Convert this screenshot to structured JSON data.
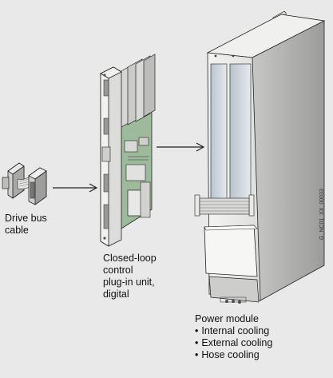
{
  "labels": {
    "drive_bus_cable": [
      "Drive bus",
      "cable"
    ],
    "closed_loop": [
      "Closed-loop",
      "control",
      "plug-in unit,",
      "digital"
    ],
    "power_module": {
      "title": "Power module",
      "items": [
        "Internal cooling",
        "External cooling",
        "Hose cooling"
      ]
    }
  },
  "side_code": "G_NC01_XX_00033",
  "icons": {
    "connector": "drive-bus-cable-icon",
    "card": "control-unit-icon",
    "module": "power-module-icon",
    "arrow": "arrow-right-icon"
  },
  "colors": {
    "background": "#e9e9e9",
    "metal_light": "#f2f2f0",
    "metal_mid": "#c9c9c7",
    "metal_dark": "#8a8a88",
    "board_green": "#9dba9a",
    "line": "#222222"
  }
}
